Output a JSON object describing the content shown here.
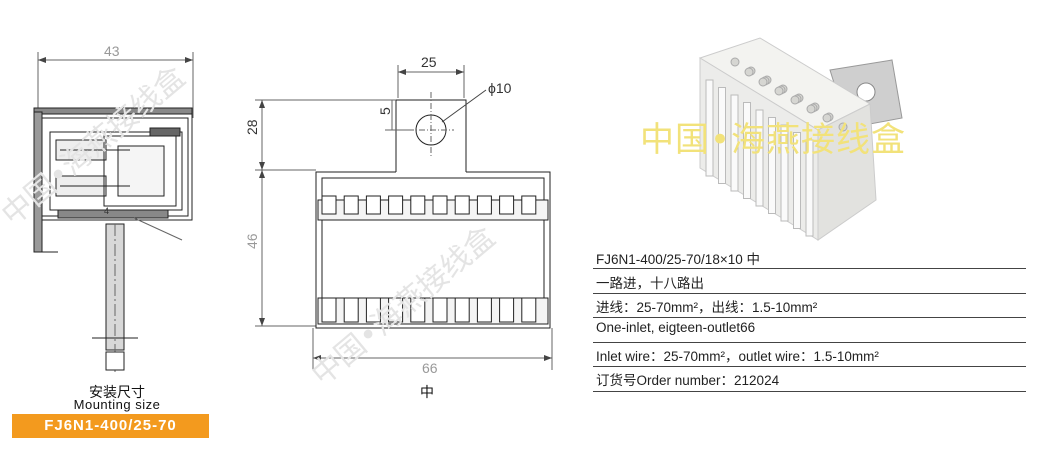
{
  "side_view": {
    "width_dim": "43",
    "caption_cn": "安装尺寸",
    "caption_en": "Mounting size",
    "model": "FJ6N1-400/25-70"
  },
  "front_view": {
    "tab_width_dim": "25",
    "hole_dia_dim": "ϕ10",
    "hole_offset_dim": "5",
    "tab_height_dim": "28",
    "body_height_dim": "46",
    "body_width_dim": "66",
    "caption_cn": "中"
  },
  "product": {
    "watermark": "中国•海燕接线盒",
    "faint_watermark": "中国•海燕接线盒"
  },
  "specs": [
    "FJ6N1-400/25-70/18×10 中",
    "一路进，十八路出",
    "进线：25-70mm²，出线：1.5-10mm²",
    "One-inlet, eigteen-outlet66",
    "Inlet wire：25-70mm²，outlet wire：1.5-10mm²",
    "订货号Order number：212024"
  ],
  "colors": {
    "badge": "#f39a1e",
    "watermark": "#f2e27a"
  }
}
